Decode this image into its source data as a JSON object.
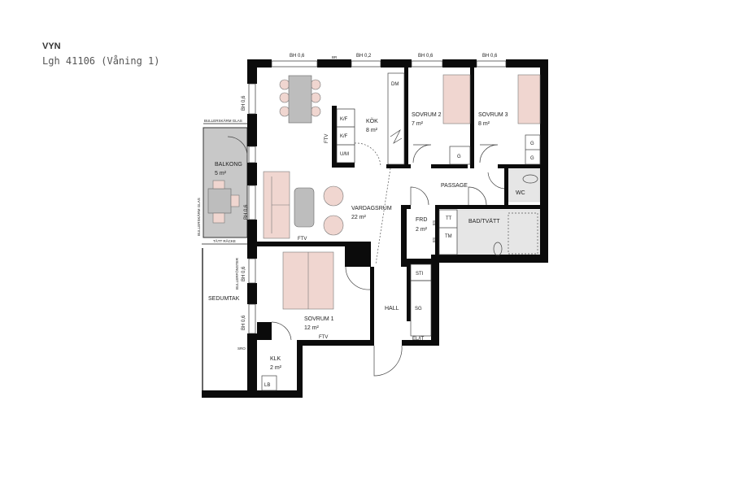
{
  "header": {
    "title": "VYN",
    "subtitle": "Lgh 41106 (Våning 1)"
  },
  "plan": {
    "window_labels": {
      "top1": "BH 0,6",
      "br": "BR",
      "top2": "BH 0,2",
      "top3": "BH 0,6",
      "top4": "BH 0,6",
      "left1": "BH 0,6",
      "left2": "BH 0,6",
      "left3": "BH 0,6",
      "left4": "BH 0,6"
    },
    "balcony": {
      "name": "BALKONG",
      "area": "5 m²",
      "screen_top": "BULLERSKÄRM GLAS",
      "screen_side": "BULLERSKÄRM GLAS",
      "railing": "TÄTT RÄCKE"
    },
    "kitchen": {
      "name": "KÖK",
      "area": "8 m²",
      "appliances": [
        "K/F",
        "K/F",
        "U/M"
      ],
      "dm": "DM",
      "ftv": "FTV"
    },
    "living": {
      "name": "VARDAGSRUM",
      "area": "22 m²",
      "ftv": "FTV"
    },
    "bedroom2": {
      "name": "SOVRUM 2",
      "area": "7 m²",
      "wardrobe": "G"
    },
    "bedroom3": {
      "name": "SOVRUM 3",
      "area": "8 m²",
      "wardrobes": [
        "G",
        "G"
      ]
    },
    "passage": {
      "name": "PASSAGE"
    },
    "wc": {
      "name": "WC"
    },
    "frd": {
      "name": "FRD",
      "area": "2 m²",
      "es1": "ES",
      "es2": "ES"
    },
    "bath": {
      "name": "BAD/TVÄTT",
      "tt": "TT",
      "tm": "TM"
    },
    "bedroom1": {
      "name": "SOVRUM 1",
      "area": "12 m²",
      "ftv": "FTV"
    },
    "outside": {
      "sedum": "SEDUMTAK",
      "noise_window": "BULLERFÖNSTER",
      "sro": "SRO"
    },
    "klk": {
      "name": "KLK",
      "area": "2 m²",
      "lb": "LB"
    },
    "hall": {
      "name": "HALL",
      "sti": "STI",
      "sg": "SG",
      "elit": "EL/IT"
    }
  },
  "colors": {
    "walls": "#0b0b0b",
    "furniture": "#f0d6d0",
    "balcony": "#c8c8c8"
  }
}
